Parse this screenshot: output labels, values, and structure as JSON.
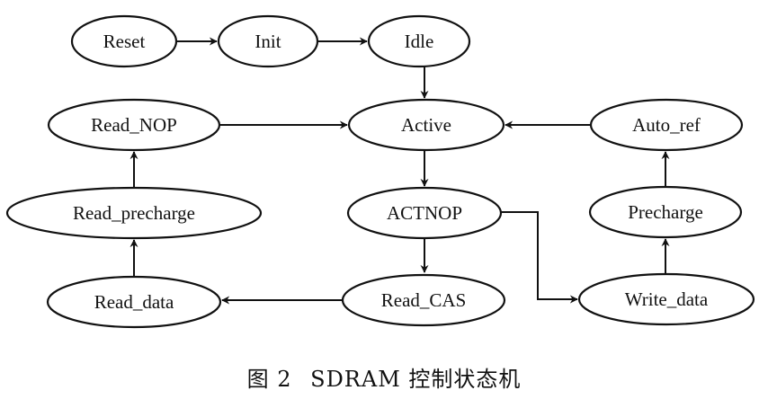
{
  "diagram": {
    "type": "state-machine",
    "nodes": [
      {
        "id": "reset",
        "label": "Reset"
      },
      {
        "id": "init",
        "label": "Init"
      },
      {
        "id": "idle",
        "label": "Idle"
      },
      {
        "id": "active",
        "label": "Active"
      },
      {
        "id": "read_nop",
        "label": "Read_NOP"
      },
      {
        "id": "auto_ref",
        "label": "Auto_ref"
      },
      {
        "id": "read_precharge",
        "label": "Read_precharge"
      },
      {
        "id": "actnop",
        "label": "ACTNOP"
      },
      {
        "id": "precharge",
        "label": "Precharge"
      },
      {
        "id": "read_data",
        "label": "Read_data"
      },
      {
        "id": "read_cas",
        "label": "Read_CAS"
      },
      {
        "id": "write_data",
        "label": "Write_data"
      }
    ],
    "edges": [
      {
        "from": "reset",
        "to": "init"
      },
      {
        "from": "init",
        "to": "idle"
      },
      {
        "from": "idle",
        "to": "active"
      },
      {
        "from": "read_nop",
        "to": "active"
      },
      {
        "from": "auto_ref",
        "to": "active"
      },
      {
        "from": "active",
        "to": "actnop"
      },
      {
        "from": "actnop",
        "to": "read_cas"
      },
      {
        "from": "actnop",
        "to": "write_data"
      },
      {
        "from": "read_cas",
        "to": "read_data"
      },
      {
        "from": "read_data",
        "to": "read_precharge"
      },
      {
        "from": "read_precharge",
        "to": "read_nop"
      },
      {
        "from": "write_data",
        "to": "precharge"
      },
      {
        "from": "precharge",
        "to": "auto_ref"
      }
    ]
  },
  "caption": {
    "figure_label": "图 2",
    "title": "SDRAM 控制状态机"
  }
}
